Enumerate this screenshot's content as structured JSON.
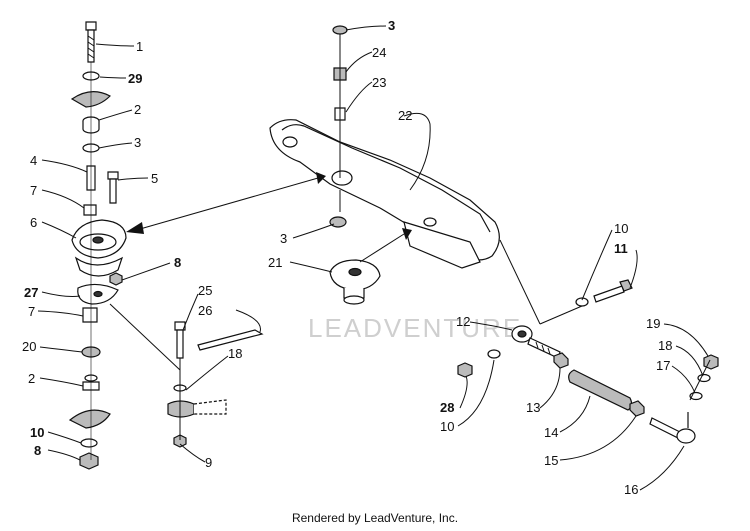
{
  "watermark": "LEADVENTURE",
  "footer": "Rendered by LeadVenture, Inc.",
  "callouts": [
    {
      "id": "c1",
      "text": "1",
      "bold": false
    },
    {
      "id": "c29",
      "text": "29",
      "bold": true
    },
    {
      "id": "c2a",
      "text": "2",
      "bold": false
    },
    {
      "id": "c3a",
      "text": "3",
      "bold": false
    },
    {
      "id": "c4",
      "text": "4",
      "bold": false
    },
    {
      "id": "c5",
      "text": "5",
      "bold": false
    },
    {
      "id": "c7a",
      "text": "7",
      "bold": false
    },
    {
      "id": "c6",
      "text": "6",
      "bold": false
    },
    {
      "id": "c8a",
      "text": "8",
      "bold": true
    },
    {
      "id": "c27",
      "text": "27",
      "bold": true
    },
    {
      "id": "c7b",
      "text": "7",
      "bold": false
    },
    {
      "id": "c20",
      "text": "20",
      "bold": false
    },
    {
      "id": "c2b",
      "text": "2",
      "bold": false
    },
    {
      "id": "c10a",
      "text": "10",
      "bold": true
    },
    {
      "id": "c8b",
      "text": "8",
      "bold": true
    },
    {
      "id": "c25",
      "text": "25",
      "bold": false
    },
    {
      "id": "c26",
      "text": "26",
      "bold": false
    },
    {
      "id": "c18a",
      "text": "18",
      "bold": false
    },
    {
      "id": "c9",
      "text": "9",
      "bold": false
    },
    {
      "id": "c3b",
      "text": "3",
      "bold": true
    },
    {
      "id": "c24",
      "text": "24",
      "bold": false
    },
    {
      "id": "c23",
      "text": "23",
      "bold": false
    },
    {
      "id": "c22",
      "text": "22",
      "bold": false
    },
    {
      "id": "c3c",
      "text": "3",
      "bold": false
    },
    {
      "id": "c21",
      "text": "21",
      "bold": false
    },
    {
      "id": "c10b",
      "text": "10",
      "bold": false
    },
    {
      "id": "c11",
      "text": "11",
      "bold": true
    },
    {
      "id": "c12",
      "text": "12",
      "bold": false
    },
    {
      "id": "c19",
      "text": "19",
      "bold": false
    },
    {
      "id": "c18b",
      "text": "18",
      "bold": false
    },
    {
      "id": "c17",
      "text": "17",
      "bold": false
    },
    {
      "id": "c28",
      "text": "28",
      "bold": true
    },
    {
      "id": "c10c",
      "text": "10",
      "bold": false
    },
    {
      "id": "c13",
      "text": "13",
      "bold": false
    },
    {
      "id": "c14",
      "text": "14",
      "bold": false
    },
    {
      "id": "c15",
      "text": "15",
      "bold": false
    },
    {
      "id": "c16",
      "text": "16",
      "bold": false
    }
  ]
}
